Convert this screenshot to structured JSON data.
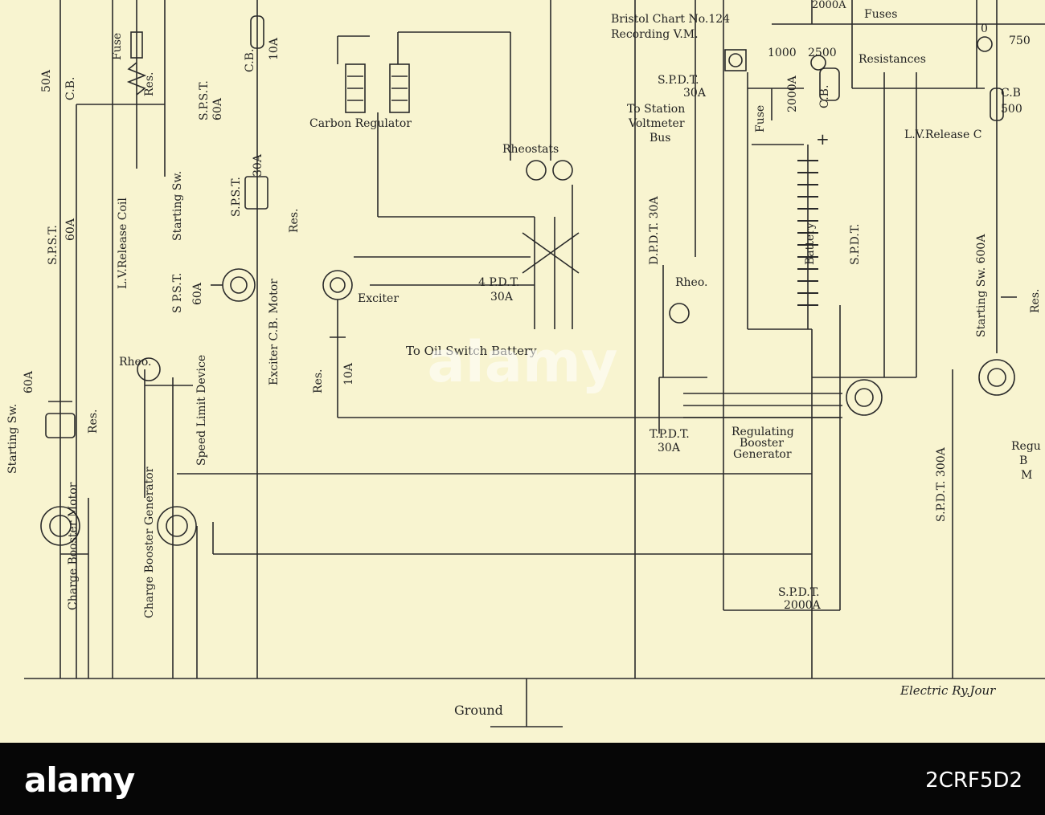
{
  "labels": {
    "bristol_chart": "Bristol Chart No.124",
    "recording_vm": "Recording V.M.",
    "fuses": "Fuses",
    "resistances": "Resistances",
    "top_2000a": "2000A",
    "top_1000": "1000",
    "top_2500": "2500",
    "top_0": "0",
    "top_750": "750",
    "spdt_30a_top": "S.P.D.T.",
    "spdt_30a_top_rating": "30A",
    "fuse_mid": "Fuse",
    "cb_2000a": "2000A",
    "cb_2000a_cb": "C.B.",
    "cb_right": "C.B",
    "cb_right_rating": "500",
    "lv_release_right": "L.V.Release C",
    "to_station_voltmeter": "To Station",
    "voltmeter": "Voltmeter",
    "bus": "Bus",
    "plus": "+",
    "battery": "Battery",
    "carbon_regulator": "Carbon Regulator",
    "rheostats": "Rheostats",
    "pdt4": "4 P.D.T.",
    "pdt4_rating": "30A",
    "to_oil_switch_battery": "To Oil Switch Battery",
    "exciter": "Exciter",
    "exciter_cb_motor": "Exciter C.B. Motor",
    "res_10a": "10A",
    "res_left": "Res.",
    "dpdt": "D.P.D.T. 30A",
    "rheo_center": "Rheo.",
    "tpdt": "T.P.D.T.",
    "tpdt_rating": "30A",
    "regulating": "Regulating",
    "booster": "Booster",
    "generator": "Generator",
    "spdt_mid": "S.P.D.T.",
    "spdt_2000a": "S.P.D.T.",
    "spdt_2000a_rating": "2000A",
    "spdt_300a": "S.P.D.T. 300A",
    "starting_sw_600a": "Starting Sw. 600A",
    "res_right": "Res.",
    "regu": "Regu",
    "regu_b": "B",
    "regu_m": "M",
    "ground": "Ground",
    "journal": "Electric Ry.Jour",
    "l_50a": "50A",
    "l_cb1": "C.B.",
    "l_spst1": "S.P.S.T.",
    "l_60a1": "60A",
    "l_starting1": "Starting Sw.",
    "l_60a_start1": "60A",
    "l_res1": "Res.",
    "l_charge_booster_motor": "Charge Booster Motor",
    "l_fuse": "Fuse",
    "l_res_fuse": "Res.",
    "l_lv_release": "L.V.Release Coil",
    "l_spst2": "S P.S.T.",
    "l_60a2": "60A",
    "l_rheo": "Rheo.",
    "l_charge_booster_gen": "Charge Booster Generator",
    "l_speed_limit": "Speed Limit Device",
    "l_cb2": "C.B.",
    "l_10a2": "10A",
    "l_spst3": "S.P.S.T.",
    "l_60a3": "60A",
    "l_spst_30a": "S.P.S.T.",
    "l_30a": "30A",
    "l_starting2": "Starting Sw.",
    "l_res2": "Res."
  },
  "footer": {
    "logo": "alamy",
    "image_id": "2CRF5D2",
    "watermark": "alamy"
  }
}
